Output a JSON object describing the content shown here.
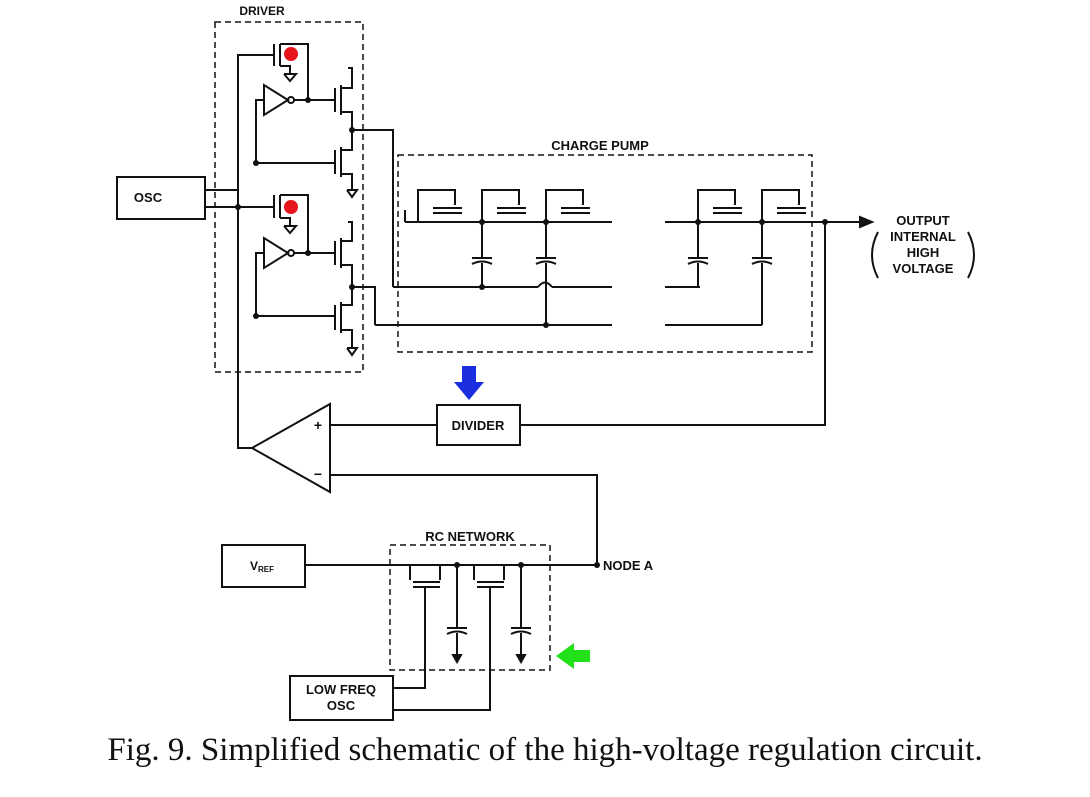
{
  "labels": {
    "driver": "DRIVER",
    "charge_pump": "CHARGE PUMP",
    "osc": "OSC",
    "output_line1": "OUTPUT",
    "output_line2": "INTERNAL",
    "output_line3": "HIGH",
    "output_line4": "VOLTAGE",
    "divider": "DIVIDER",
    "comparator_plus": "+",
    "comparator_minus": "−",
    "rc_network": "RC NETWORK",
    "vref_main": "V",
    "vref_sub": "REF",
    "node_a": "NODE A",
    "low_freq_line1": "LOW FREQ",
    "low_freq_line2": "OSC"
  },
  "caption": "Fig. 9.  Simplified schematic of the high-voltage regulation circuit.",
  "markers": {
    "red_dot_color": "#e8141c",
    "blue_arrow_color": "#1a2ee0",
    "green_arrow_color": "#22e01a"
  }
}
